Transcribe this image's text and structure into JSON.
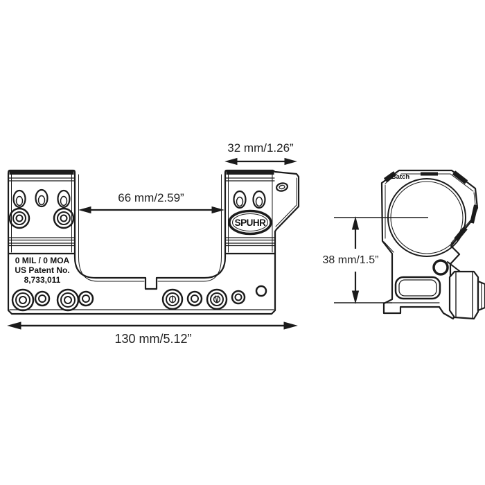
{
  "meta": {
    "background_color": "#ffffff",
    "line_color": "#1b1b1b",
    "text_color": "#1f1f1f"
  },
  "front_view": {
    "dimensions": {
      "top_width": "32 mm/1.26”",
      "inner_width": "66 mm/2.59”",
      "total_width": "130 mm/5.12”"
    },
    "engravings": {
      "cant": "0 MIL / 0 MOA",
      "patent_line1": "US Patent No.",
      "patent_line2": "8,733,011",
      "logo": "SPUHR"
    }
  },
  "side_view": {
    "dimensions": {
      "ring_height": "38 mm/1.5”"
    },
    "engravings": {
      "batch": "Batch"
    }
  }
}
